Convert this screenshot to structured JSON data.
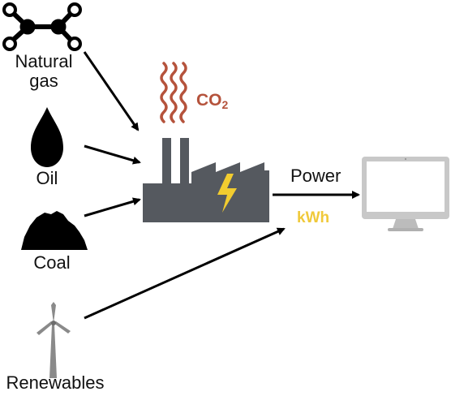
{
  "sources": {
    "natural_gas": "Natural\ngas",
    "oil": "Oil",
    "coal": "Coal",
    "renewables": "Renewables"
  },
  "emission": {
    "label": "CO",
    "subscript": "2",
    "color": "#b5533c"
  },
  "output": {
    "power": "Power",
    "unit": "kWh",
    "unit_color": "#f0c93a"
  },
  "colors": {
    "factory": "#55595f",
    "bolt": "#f2cc2f",
    "arrow": "#000000",
    "monitor_frame": "#c8c8c8",
    "icons": "#000000",
    "turbine": "#8a8a8a"
  },
  "icons": [
    "molecule-icon",
    "oil-drop-icon",
    "coal-pile-icon",
    "wind-turbine-icon",
    "factory-icon",
    "lightning-icon",
    "monitor-icon"
  ]
}
